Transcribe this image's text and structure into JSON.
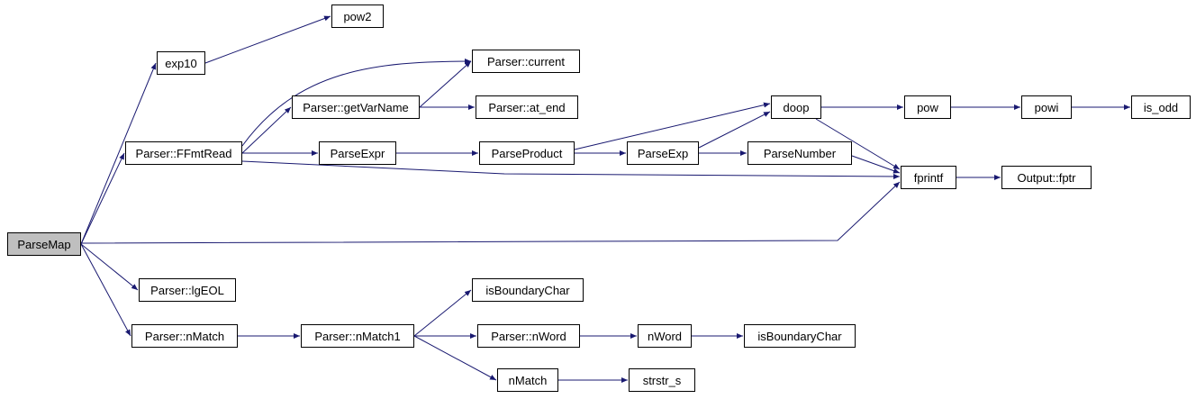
{
  "diagram": {
    "type": "call-graph",
    "highlight_node": "parsemap",
    "nodes": [
      {
        "id": "parsemap",
        "label": "ParseMap",
        "highlight": true
      },
      {
        "id": "exp10",
        "label": "exp10"
      },
      {
        "id": "pow2",
        "label": "pow2"
      },
      {
        "id": "ffmtread",
        "label": "Parser::FFmtRead"
      },
      {
        "id": "getvarname",
        "label": "Parser::getVarName"
      },
      {
        "id": "current",
        "label": "Parser::current"
      },
      {
        "id": "at_end",
        "label": "Parser::at_end"
      },
      {
        "id": "parseexpr",
        "label": "ParseExpr"
      },
      {
        "id": "parseproduct",
        "label": "ParseProduct"
      },
      {
        "id": "parseexp",
        "label": "ParseExp"
      },
      {
        "id": "parsenumber",
        "label": "ParseNumber"
      },
      {
        "id": "doop",
        "label": "doop"
      },
      {
        "id": "pow",
        "label": "pow"
      },
      {
        "id": "powi",
        "label": "powi"
      },
      {
        "id": "is_odd",
        "label": "is_odd"
      },
      {
        "id": "fprintf",
        "label": "fprintf"
      },
      {
        "id": "fptr",
        "label": "Output::fptr"
      },
      {
        "id": "lgeol",
        "label": "Parser::lgEOL"
      },
      {
        "id": "nmatch_member",
        "label": "Parser::nMatch"
      },
      {
        "id": "nmatch1",
        "label": "Parser::nMatch1"
      },
      {
        "id": "isboundarychar_a",
        "label": "isBoundaryChar"
      },
      {
        "id": "nword_member",
        "label": "Parser::nWord"
      },
      {
        "id": "nword",
        "label": "nWord"
      },
      {
        "id": "isboundarychar_b",
        "label": "isBoundaryChar"
      },
      {
        "id": "nmatch_fn",
        "label": "nMatch"
      },
      {
        "id": "strstr_s",
        "label": "strstr_s"
      }
    ],
    "edges": [
      {
        "from": "parsemap",
        "to": "exp10"
      },
      {
        "from": "parsemap",
        "to": "ffmtread"
      },
      {
        "from": "parsemap",
        "to": "fprintf"
      },
      {
        "from": "parsemap",
        "to": "lgeol"
      },
      {
        "from": "parsemap",
        "to": "nmatch_member"
      },
      {
        "from": "exp10",
        "to": "pow2"
      },
      {
        "from": "ffmtread",
        "to": "current"
      },
      {
        "from": "ffmtread",
        "to": "getvarname"
      },
      {
        "from": "ffmtread",
        "to": "parseexpr"
      },
      {
        "from": "ffmtread",
        "to": "fprintf"
      },
      {
        "from": "getvarname",
        "to": "current"
      },
      {
        "from": "getvarname",
        "to": "at_end"
      },
      {
        "from": "parseexpr",
        "to": "parseproduct"
      },
      {
        "from": "parseproduct",
        "to": "parseexp"
      },
      {
        "from": "parseproduct",
        "to": "doop"
      },
      {
        "from": "parseexp",
        "to": "parsenumber"
      },
      {
        "from": "parseexp",
        "to": "doop"
      },
      {
        "from": "parsenumber",
        "to": "fprintf"
      },
      {
        "from": "doop",
        "to": "pow"
      },
      {
        "from": "doop",
        "to": "fprintf"
      },
      {
        "from": "pow",
        "to": "powi"
      },
      {
        "from": "powi",
        "to": "is_odd"
      },
      {
        "from": "fprintf",
        "to": "fptr"
      },
      {
        "from": "nmatch_member",
        "to": "nmatch1"
      },
      {
        "from": "nmatch1",
        "to": "isboundarychar_a"
      },
      {
        "from": "nmatch1",
        "to": "nword_member"
      },
      {
        "from": "nmatch1",
        "to": "nmatch_fn"
      },
      {
        "from": "nword_member",
        "to": "nword"
      },
      {
        "from": "nword",
        "to": "isboundarychar_b"
      },
      {
        "from": "nmatch_fn",
        "to": "strstr_s"
      }
    ]
  },
  "colors": {
    "edge": "#191970",
    "node_border": "#000000",
    "node_fill": "#ffffff",
    "highlight_fill": "#bfbfbf",
    "text": "#000000",
    "background": "#ffffff"
  }
}
